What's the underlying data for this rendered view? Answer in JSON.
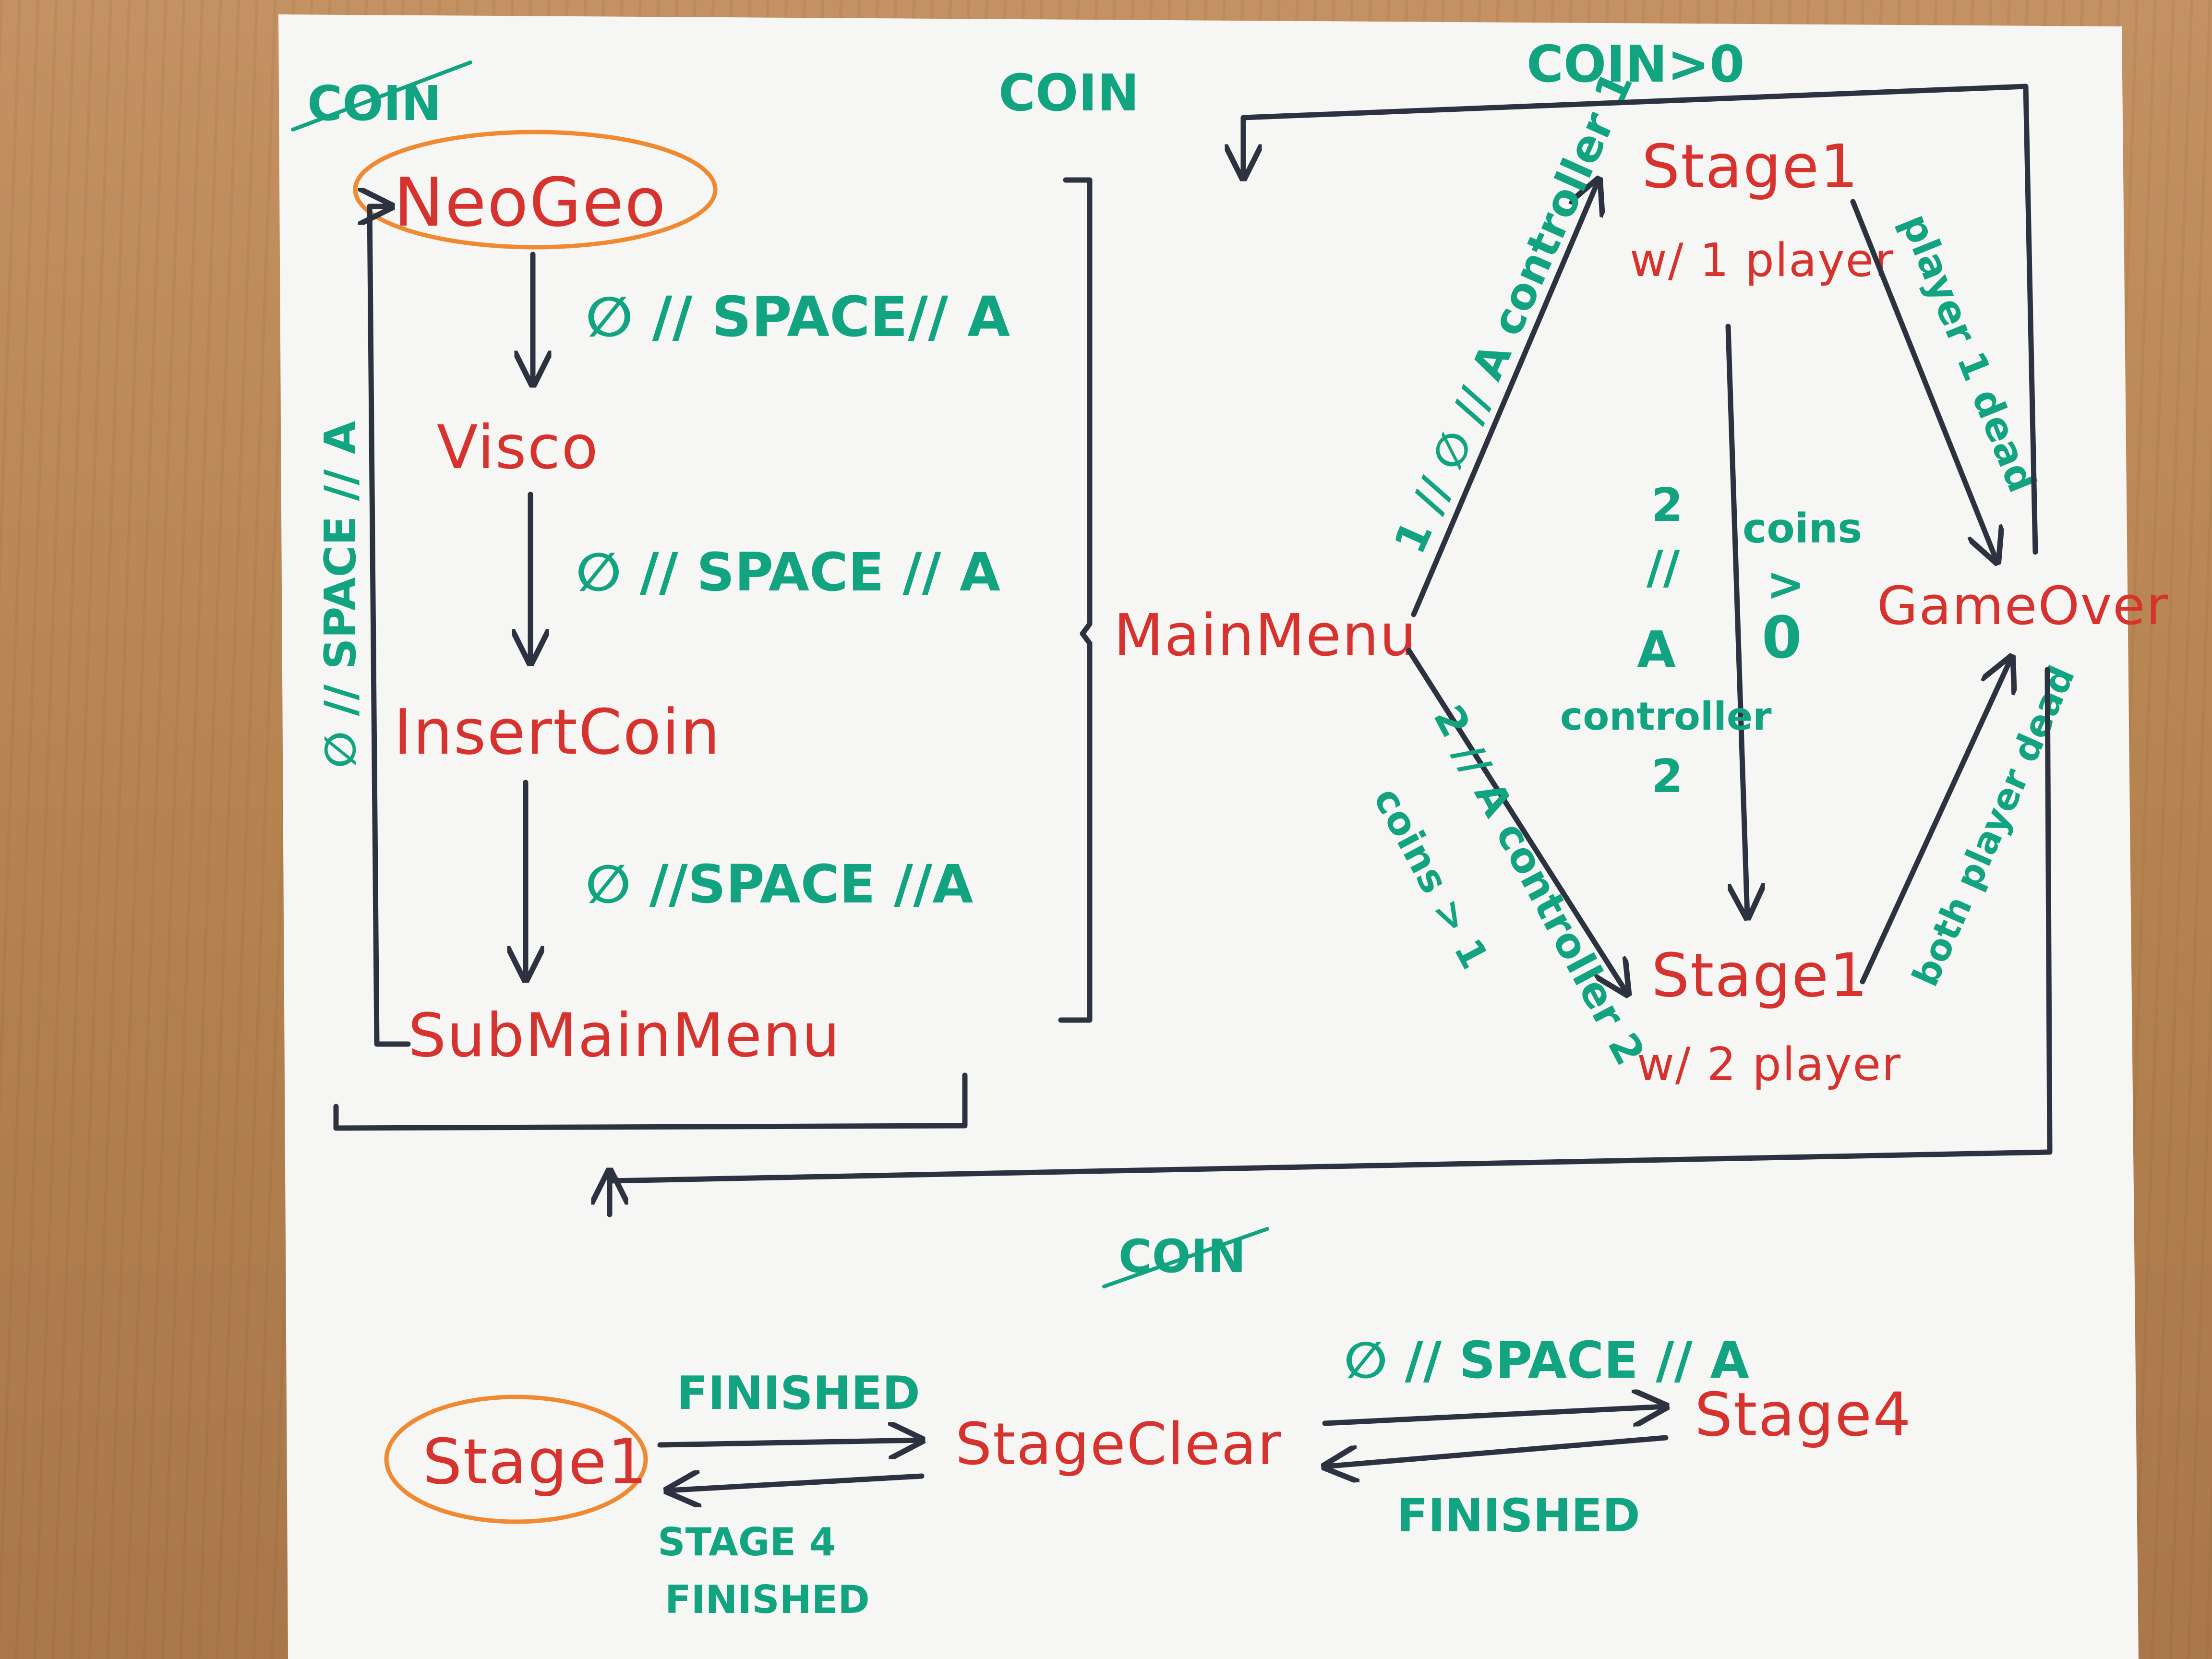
{
  "colors": {
    "state": "#d6322e",
    "label": "#12a381",
    "line": "#2c3240",
    "highlight": "#f08a32",
    "paper": "#f6f6f4"
  },
  "states": {
    "neogeo": "NeoGeo",
    "visco": "Visco",
    "insert_coin": "InsertCoin",
    "sub_main_menu": "SubMainMenu",
    "main_menu": "MainMenu",
    "stage1_1p_a": "Stage1",
    "stage1_1p_b": "w/ 1 player",
    "stage1_2p_a": "Stage1",
    "stage1_2p_b": "w/ 2 player",
    "game_over": "GameOver",
    "stage1_bottom": "Stage1",
    "stage_clear": "StageClear",
    "stage4": "Stage4"
  },
  "labels": {
    "coin_struck_top": "COIN",
    "coin_top": "COIN",
    "coin_gt_zero": "COIN>0",
    "neogeo_to_visco": "∅ // SPACE// A",
    "visco_to_insert": "∅ // SPACE // A",
    "insert_to_sub": "∅ //SPACE //A",
    "loop_left": "∅ // SPACE // A",
    "main_to_1p": "1 // ∅ // A controller 1",
    "main_to_2p_a": "2 // A controller 2",
    "main_to_2p_b": "coins > 1",
    "p1_to_p2_a": "2",
    "p1_to_p2_b": "//",
    "p1_to_p2_c": "A",
    "p1_to_p2_d": "controller",
    "p1_to_p2_e": "2",
    "coins_a": "coins",
    "coins_b": ">",
    "coins_c": "0",
    "player1_dead": "player 1 dead",
    "both_dead": "both player dead",
    "coin_struck_bottom": "COIN",
    "finished_1": "FINISHED",
    "stage4_finished_a": "STAGE 4",
    "stage4_finished_b": "FINISHED",
    "clear_to_stage4": "∅ // SPACE // A",
    "finished_2": "FINISHED"
  }
}
